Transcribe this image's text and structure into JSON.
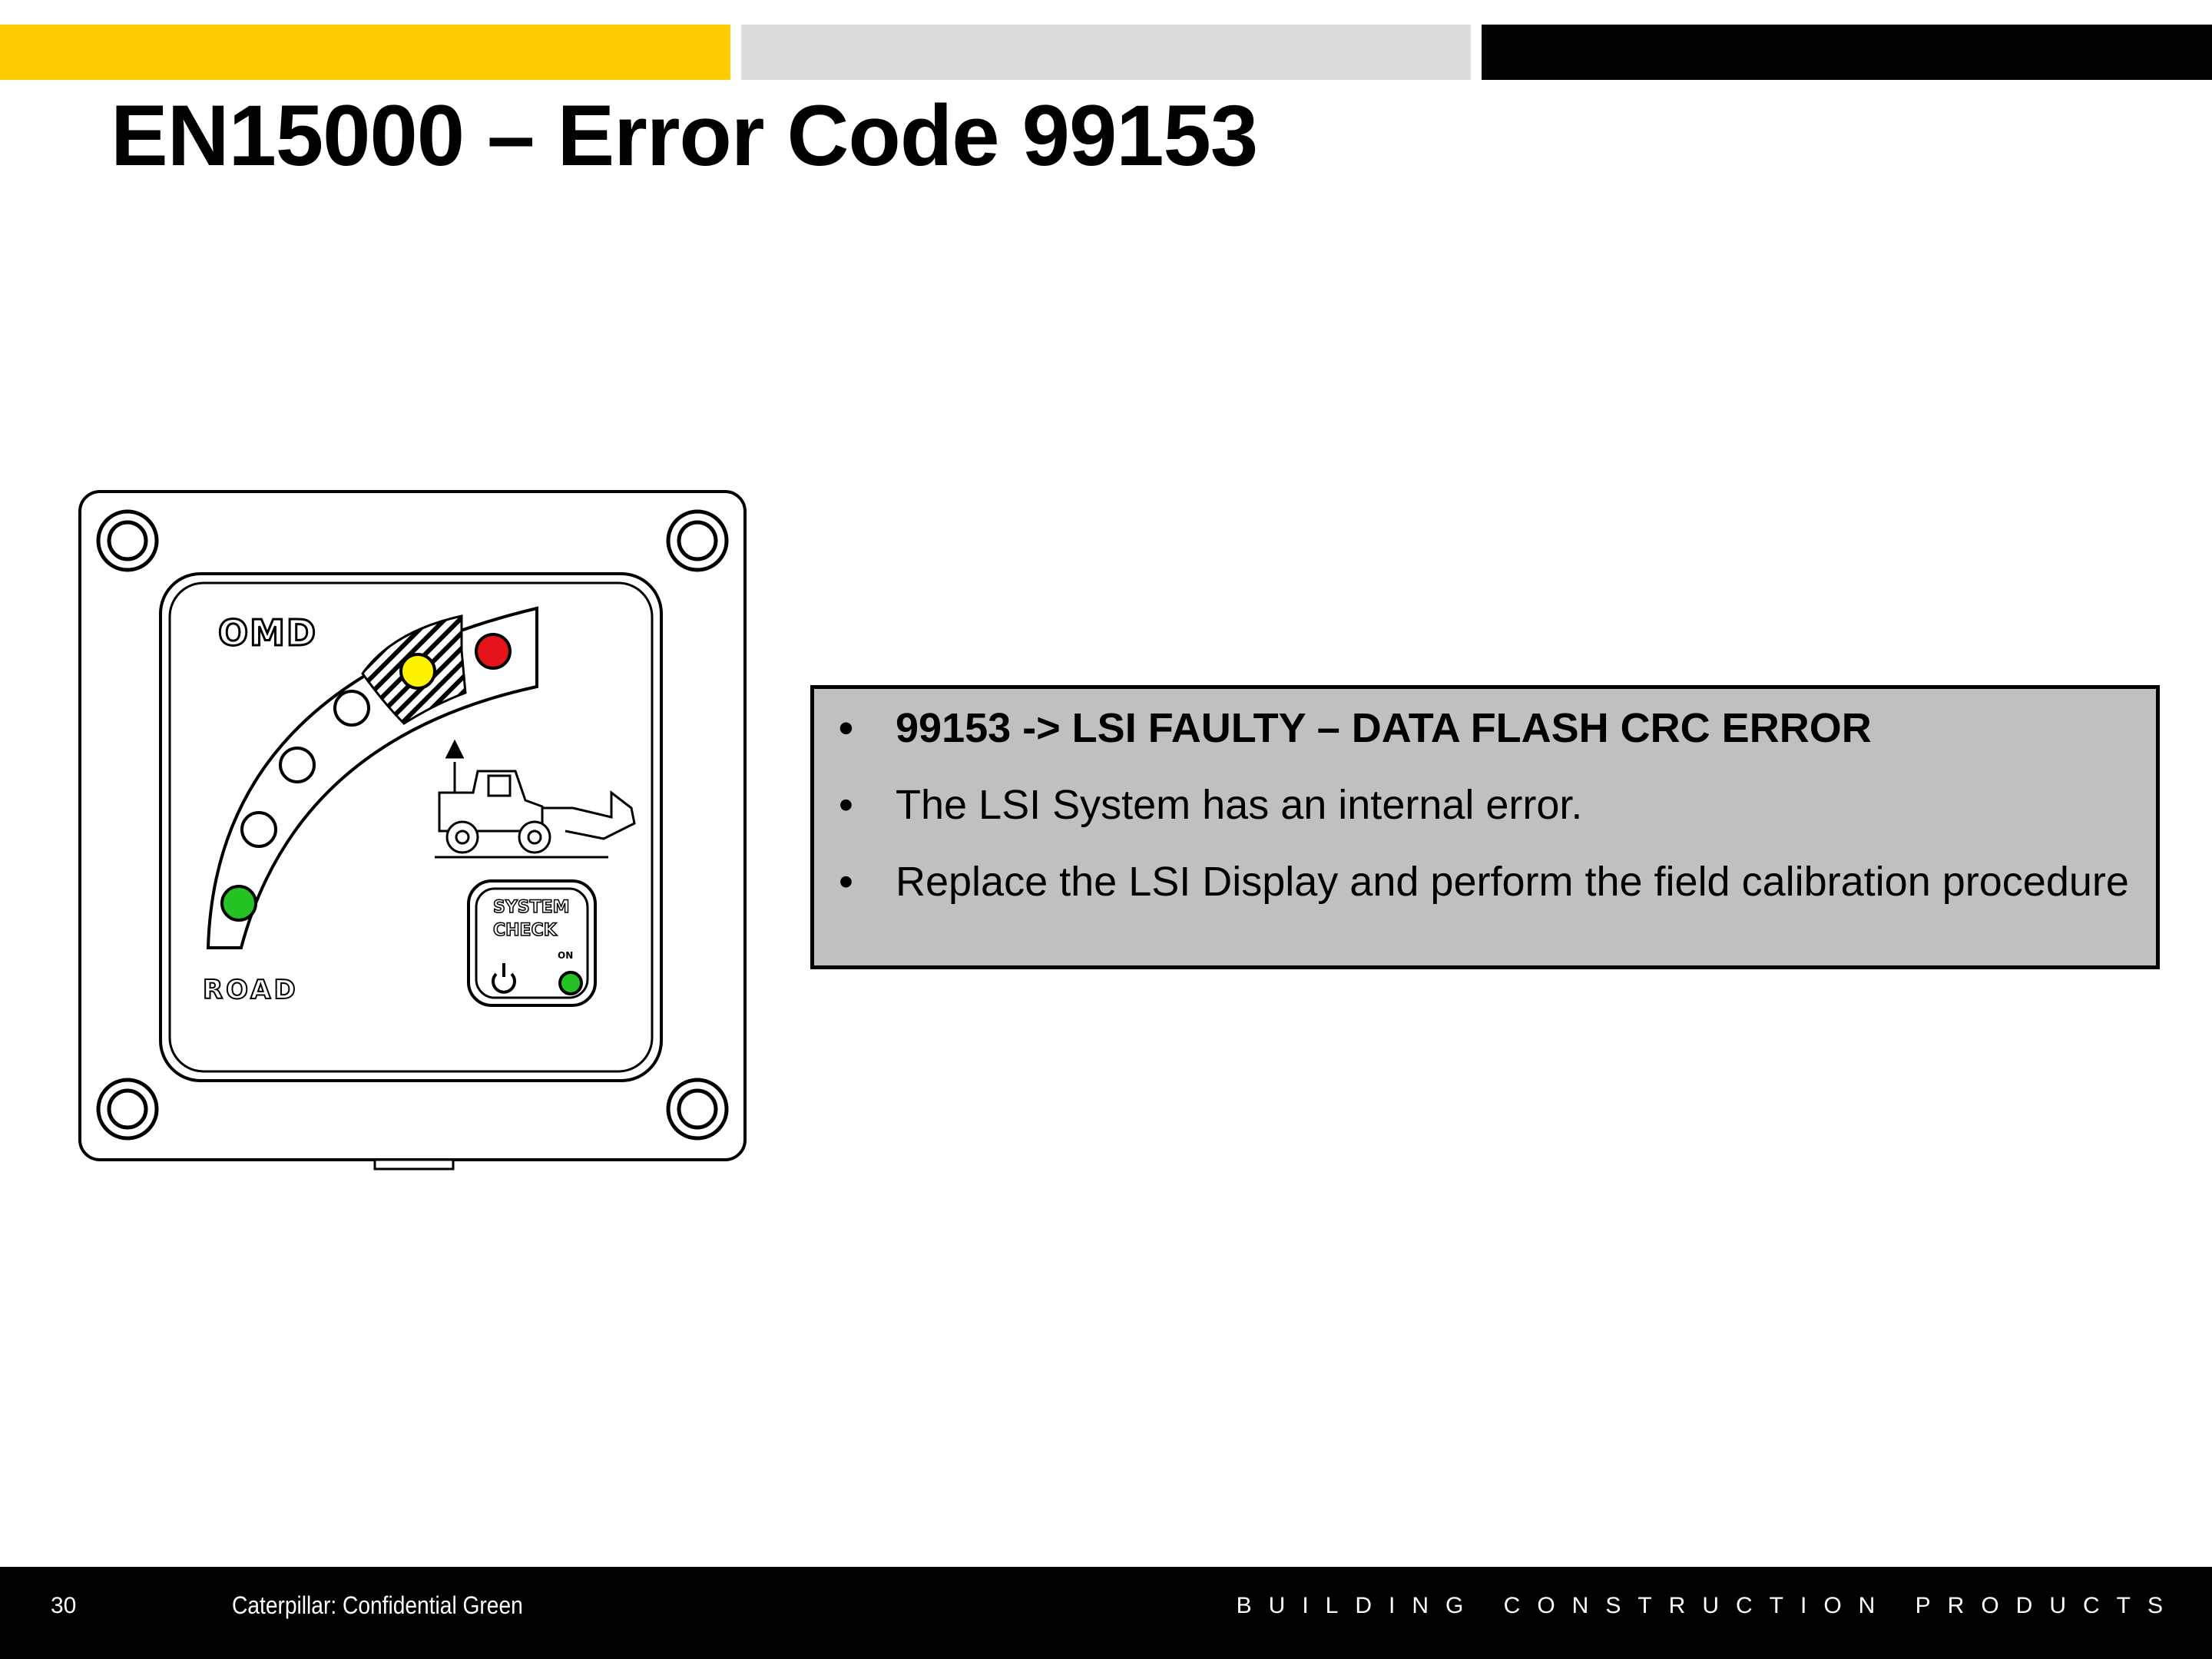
{
  "slide": {
    "title": "EN15000 – Error Code 99153",
    "page_number": "30",
    "classification": "Caterpillar: Confidential Green",
    "tagline": "BUILDING CONSTRUCTION PRODUCTS",
    "colors": {
      "accent_yellow": "#FFCD00",
      "accent_grey": "#DCDCDC",
      "accent_black": "#000000",
      "info_box": "#C0C0C0"
    }
  },
  "info": {
    "bullet_char": "•",
    "items": [
      "99153 -> LSI FAULTY – DATA FLASH CRC ERROR",
      "The LSI System has an internal error.",
      "Replace the LSI Display and perform the field calibration procedure"
    ]
  },
  "device": {
    "brand": "OMD",
    "road_label": "ROAD",
    "system_check_line1": "SYSTEM",
    "system_check_line2": "CHECK",
    "on_label": "ON",
    "led_colors": [
      "green",
      "off",
      "off",
      "off",
      "yellow",
      "red"
    ],
    "status_led": "green"
  }
}
